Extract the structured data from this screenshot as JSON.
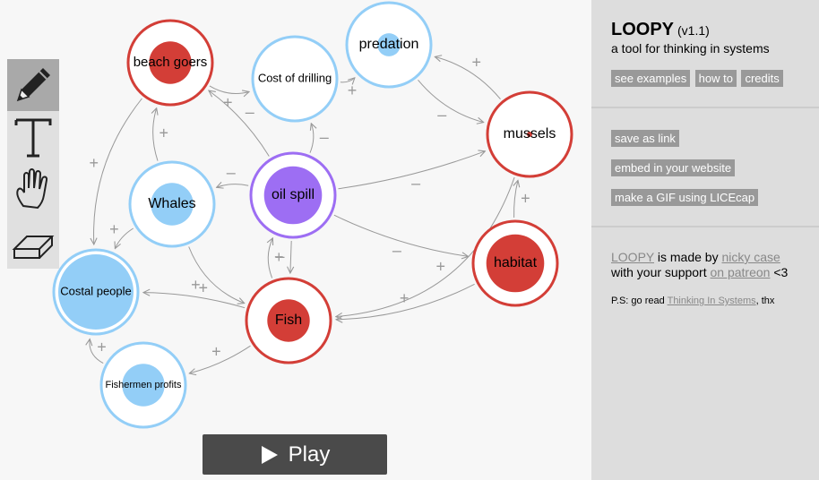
{
  "app": {
    "title": "LOOPY",
    "version": "(v1.1)",
    "subtitle": "a tool for thinking in systems"
  },
  "top_links": [
    {
      "label": "see examples"
    },
    {
      "label": "how to"
    },
    {
      "label": "credits"
    }
  ],
  "actions": [
    {
      "label": "save as link"
    },
    {
      "label": "embed in your website"
    },
    {
      "label": "make a GIF using LICEcap"
    }
  ],
  "credits": {
    "loopy_link": "LOOPY",
    "made_by": "is made by",
    "author_link": "nicky case",
    "with_support": "with your support",
    "patreon_link": "on patreon",
    "heart": "<3",
    "ps_prefix": "P.S: go read",
    "book_link": "Thinking In Systems",
    "ps_suffix": ", thx"
  },
  "play_button": {
    "label": "Play"
  },
  "tools": [
    {
      "name": "pencil-icon",
      "active": true
    },
    {
      "name": "text-icon",
      "active": false
    },
    {
      "name": "hand-icon",
      "active": false
    },
    {
      "name": "eraser-icon",
      "active": false
    }
  ],
  "colors": {
    "red": "#d33e37",
    "blue": "#93cef7",
    "purple": "#9d6ef3",
    "edge": "#999999",
    "panel": "#dddddd",
    "chip": "#999999"
  },
  "graph": {
    "nodes": [
      {
        "id": "beach",
        "label": "beach goers",
        "color": "red",
        "amount": 0.55
      },
      {
        "id": "drilling",
        "label": "Cost of drilling",
        "color": "blue",
        "amount": 0.0
      },
      {
        "id": "predation",
        "label": "predation",
        "color": "blue",
        "amount": 0.3
      },
      {
        "id": "mussels",
        "label": "mussels",
        "color": "red",
        "amount": 0.05
      },
      {
        "id": "whales",
        "label": "Whales",
        "color": "blue",
        "amount": 0.55
      },
      {
        "id": "oil",
        "label": "oil spill",
        "color": "purple",
        "amount": 0.75
      },
      {
        "id": "habitat",
        "label": "habitat",
        "color": "red",
        "amount": 0.75
      },
      {
        "id": "coastal",
        "label": "Costal people",
        "color": "blue",
        "amount": 1.0
      },
      {
        "id": "fish",
        "label": "Fish",
        "color": "red",
        "amount": 0.55
      },
      {
        "id": "fishermen",
        "label": "Fishermen profits",
        "color": "blue",
        "amount": 0.55
      }
    ],
    "edges": [
      {
        "from": "beach",
        "to": "drilling",
        "sign": "+"
      },
      {
        "from": "drilling",
        "to": "predation",
        "sign": "+"
      },
      {
        "from": "predation",
        "to": "mussels",
        "sign": "–"
      },
      {
        "from": "mussels",
        "to": "predation",
        "sign": "+"
      },
      {
        "from": "oil",
        "to": "beach",
        "sign": "–"
      },
      {
        "from": "oil",
        "to": "drilling",
        "sign": "–"
      },
      {
        "from": "oil",
        "to": "whales",
        "sign": "–"
      },
      {
        "from": "oil",
        "to": "mussels",
        "sign": "–"
      },
      {
        "from": "oil",
        "to": "habitat",
        "sign": "–"
      },
      {
        "from": "oil",
        "to": "fish",
        "sign": "–"
      },
      {
        "from": "whales",
        "to": "beach",
        "sign": "+"
      },
      {
        "from": "beach",
        "to": "coastal",
        "sign": "+"
      },
      {
        "from": "whales",
        "to": "coastal",
        "sign": "+"
      },
      {
        "from": "habitat",
        "to": "mussels",
        "sign": "+"
      },
      {
        "from": "habitat",
        "to": "fish",
        "sign": "+"
      },
      {
        "from": "mussels",
        "to": "fish",
        "sign": "+"
      },
      {
        "from": "fish",
        "to": "oil",
        "sign": "+"
      },
      {
        "from": "fish",
        "to": "coastal",
        "sign": "+"
      },
      {
        "from": "fish",
        "to": "fishermen",
        "sign": "+"
      },
      {
        "from": "fishermen",
        "to": "coastal",
        "sign": "+"
      },
      {
        "from": "whales",
        "to": "fish",
        "sign": "+"
      }
    ]
  }
}
